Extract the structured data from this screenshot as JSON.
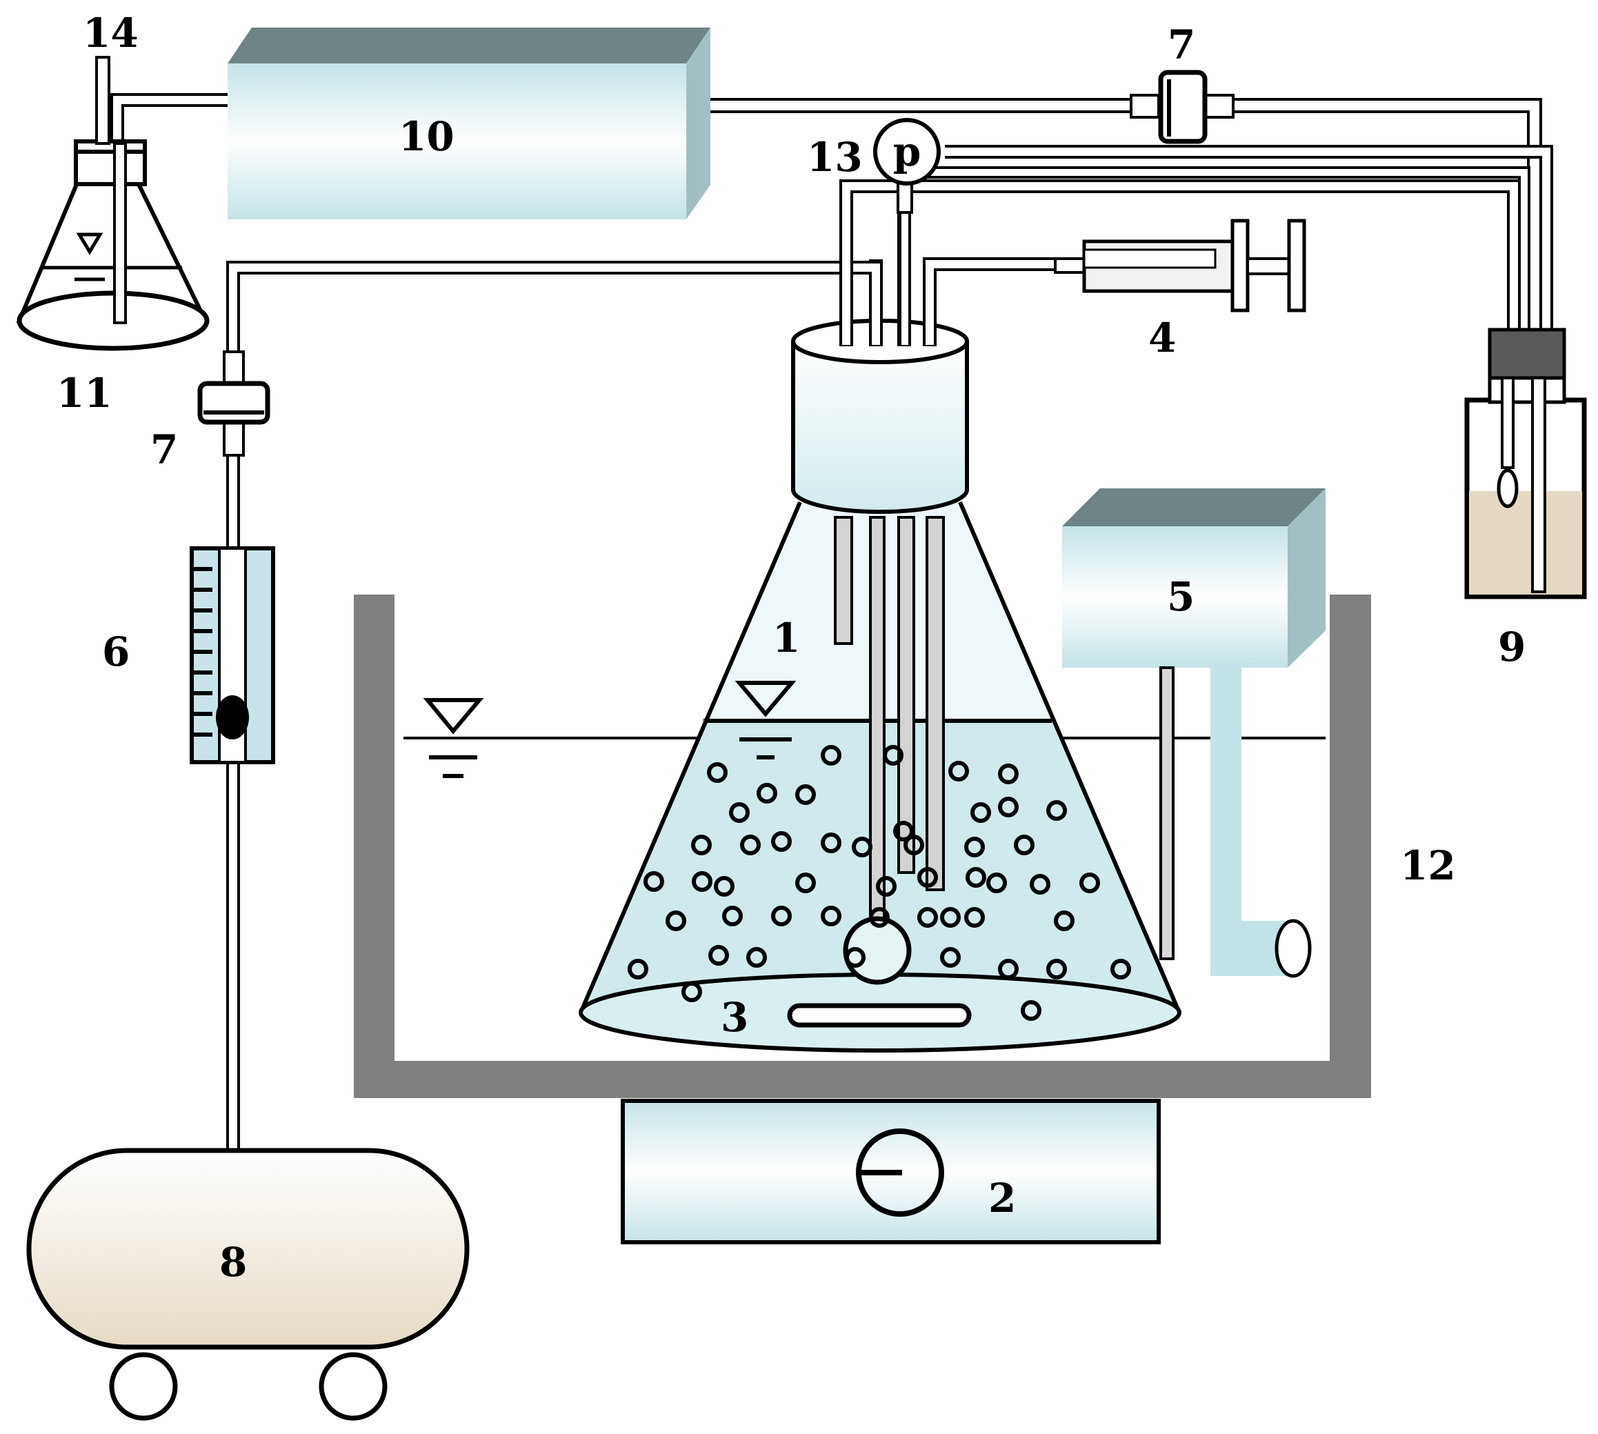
{
  "labels": {
    "flask": "1",
    "stirrer": "2",
    "stir_bar": "3",
    "syringe": "4",
    "heater": "5",
    "flowmeter": "6",
    "filter_left": "7",
    "filter_top": "7",
    "air_tank": "8",
    "sample_bottle": "9",
    "box_10": "10",
    "trap_flask": "11",
    "water_bath": "12",
    "pressure_gauge": "13",
    "vent_tube": "14"
  },
  "gauge_symbol": "p",
  "colors": {
    "liquid_blue": "#c7e4ea",
    "box_face": "#d4ecef",
    "box_top": "#6e8486",
    "box_side": "#a2c0c3",
    "bath_wall": "#808080",
    "tank_fill": "#e9e0d0",
    "sample_liquid": "#e4d7c4",
    "stopper": "#5a5a5a",
    "outline": "#000000"
  }
}
